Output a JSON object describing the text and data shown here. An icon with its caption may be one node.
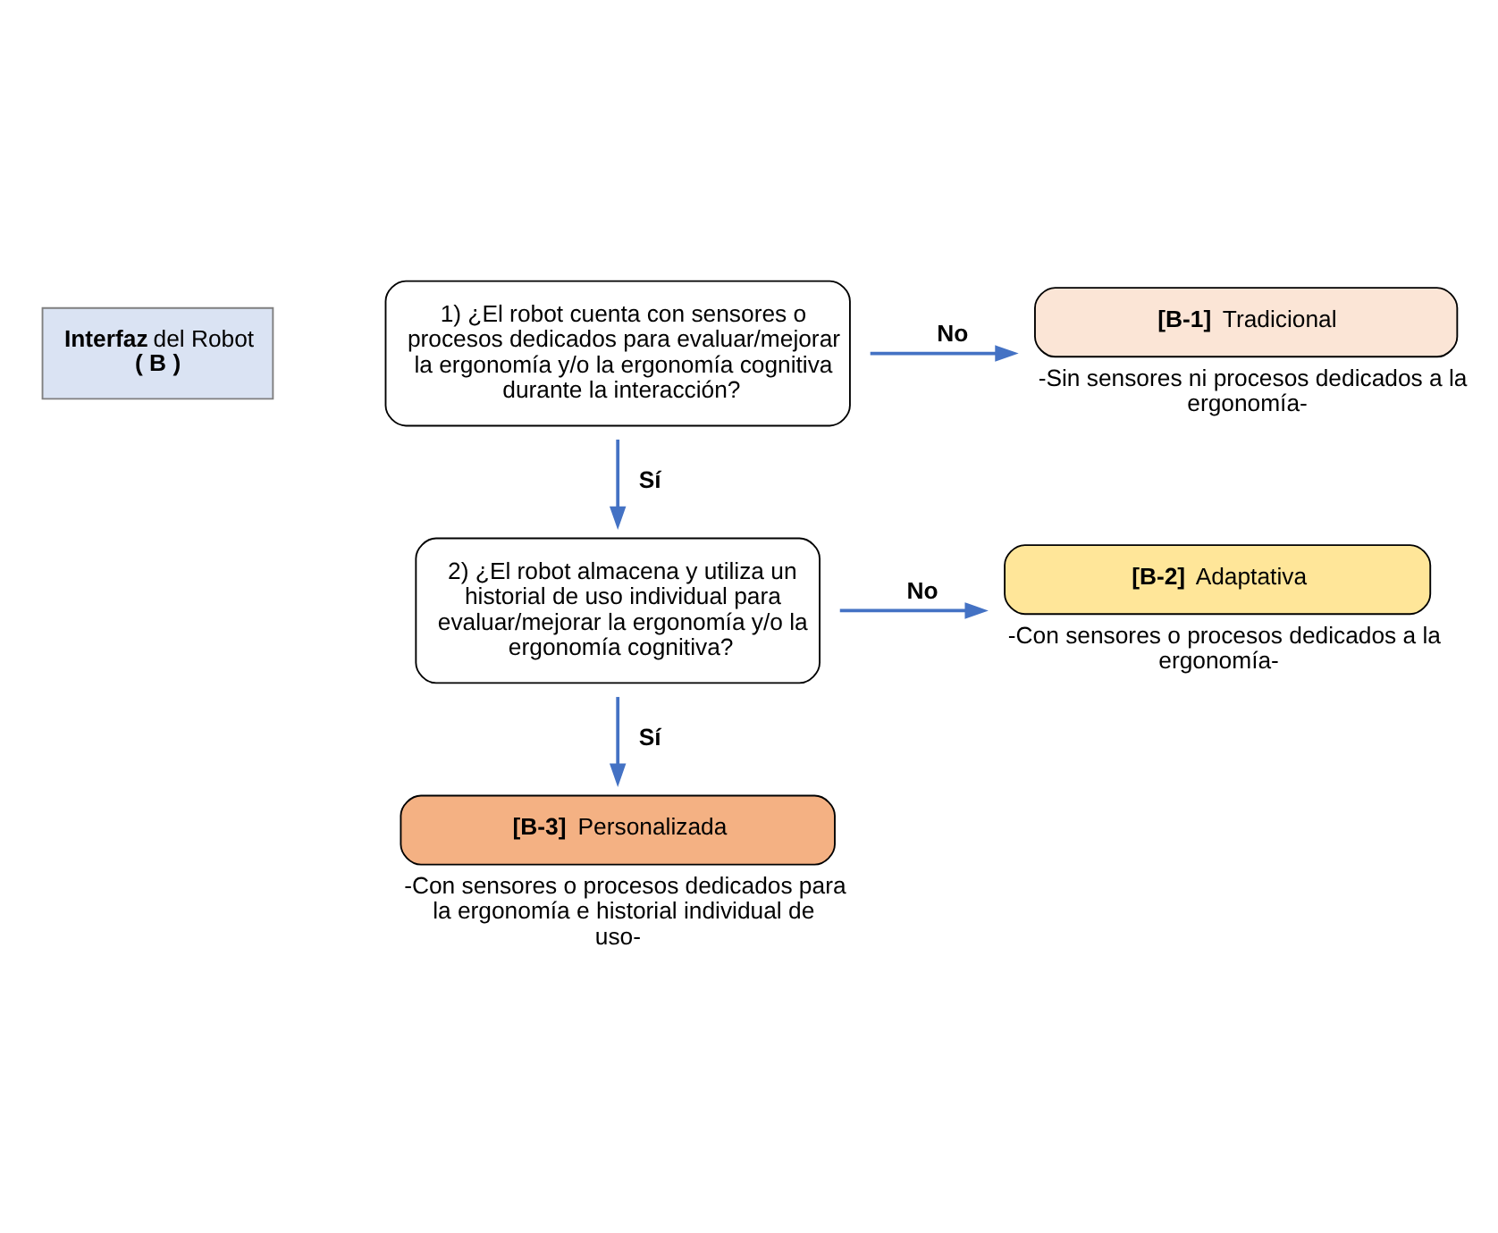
{
  "diagram": {
    "nodes": [
      {
        "text": [
          "**Interfaz** del Robot",
          "**( B )**"
        ]
      },
      {
        "text": [
          "1) ¿El robot cuenta con sensores o procesos dedicados para evaluar/mejorar la ergonomía y/o la ergonomía cognitiva durante la interacción?"
        ]
      },
      {
        "text": [
          "2) ¿El robot almacena y utiliza un historial de uso individual para evaluar/mejorar la ergonomía y/o la ergonomía cognitiva?"
        ]
      },
      {
        "text": [
          "**[B-1]**  Tradicional"
        ],
        "beside": [
          "-Sin sensores ni procesos dedicados a la ergonomía-"
        ]
      },
      {
        "text": [
          "**[B-2]**  Adaptativa"
        ],
        "beside": [
          "-Con sensores o procesos dedicados a la ergonomía-"
        ]
      },
      {
        "text": [
          "**[B-3]**  Personalizada"
        ],
        "beside": [
          "-Con sensores o procesos dedicados para la ergonomía e historial individual de uso-"
        ]
      }
    ],
    "edges": [
      {
        "from": 1,
        "to": 3,
        "arrow": "to",
        "label": "No"
      },
      {
        "from": 1,
        "to": 2,
        "arrow": "to",
        "label": "Sí"
      },
      {
        "from": 2,
        "to": 4,
        "arrow": "to",
        "label": "No"
      },
      {
        "from": 2,
        "to": 5,
        "arrow": "to",
        "label": "Sí"
      }
    ]
  }
}
